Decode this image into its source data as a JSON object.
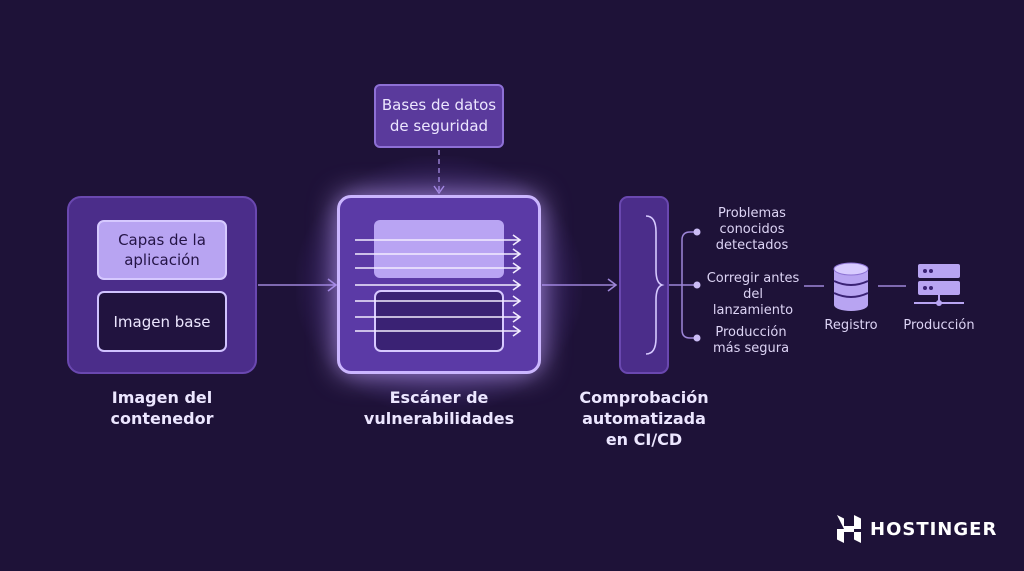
{
  "container": {
    "app_layers_label": "Capas de la aplicación",
    "base_image_label": "Imagen base",
    "caption": "Imagen del contenedor"
  },
  "security_db": {
    "label": "Bases de datos de seguridad"
  },
  "scanner": {
    "caption": "Escáner de vulnerabilidades"
  },
  "cicd": {
    "caption": "Comprobación automatizada en CI/CD"
  },
  "outcomes": [
    {
      "label": "Problemas conocidos detectados"
    },
    {
      "label": "Corregir antes del lanzamiento"
    },
    {
      "label": "Producción más segura"
    }
  ],
  "registry": {
    "label": "Registro",
    "icon": "database-icon"
  },
  "production": {
    "label": "Producción",
    "icon": "server-icon"
  },
  "brand": {
    "name": "HOSTINGER",
    "icon": "hostinger-logo-icon"
  },
  "colors": {
    "background": "#1e1238",
    "box_fill": "#4b2d8a",
    "accent_light": "#b8a4f2",
    "line": "#9d86d8"
  }
}
